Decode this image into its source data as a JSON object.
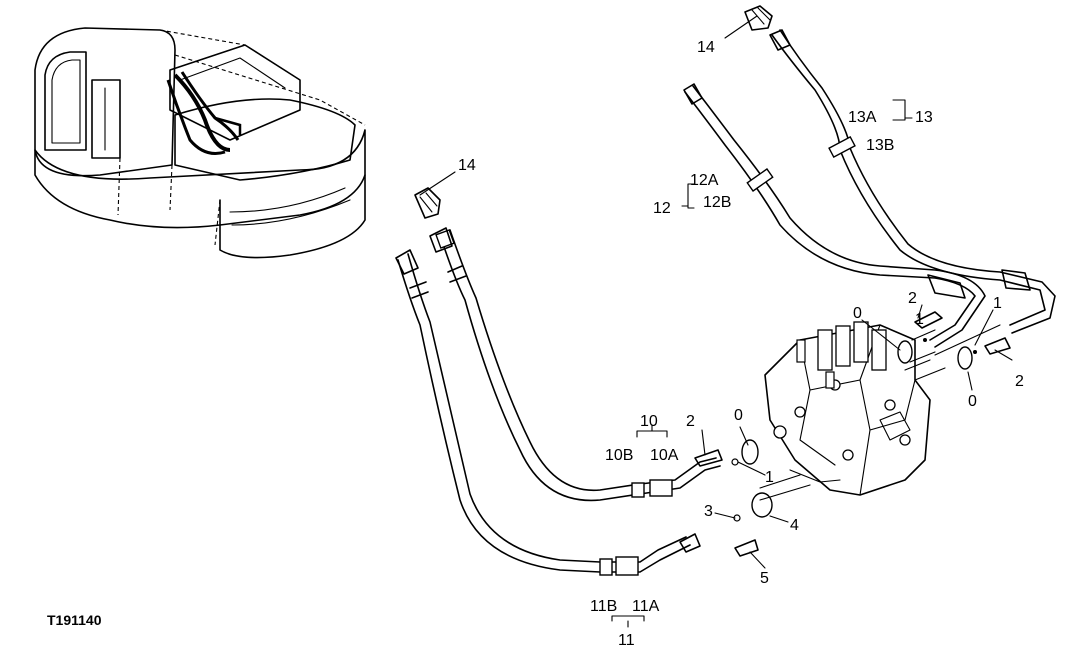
{
  "figure_id": "T191140",
  "callouts": {
    "c14_top": "14",
    "c14_left": "14",
    "c13": "13",
    "c13a": "13A",
    "c13b": "13B",
    "c12": "12",
    "c12a": "12A",
    "c12b": "12B",
    "c10": "10",
    "c10a": "10A",
    "c10b": "10B",
    "c11": "11",
    "c11a": "11A",
    "c11b": "11B",
    "c2_upper": "2",
    "c2_right": "2",
    "c2_mid": "2",
    "c1_upper": "1",
    "c1_right": "1",
    "c1_mid": "1",
    "c0_upper": "0",
    "c0_right": "0",
    "c0_mid": "0",
    "c3": "3",
    "c4": "4",
    "c5": "5"
  }
}
